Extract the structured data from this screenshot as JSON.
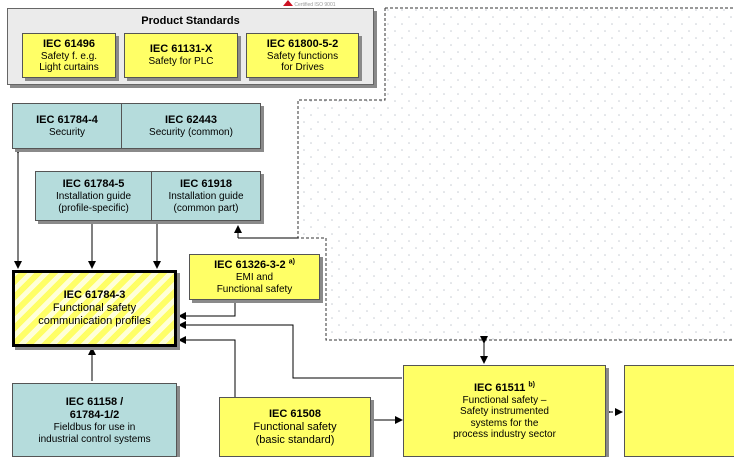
{
  "header_logo": {
    "text": "Certified ISO 9001",
    "color": "#cc1122"
  },
  "product_standards": {
    "title": "Product Standards",
    "items": [
      {
        "title": "IEC 61496",
        "lines": [
          "Safety f. e.g.",
          "Light curtains"
        ]
      },
      {
        "title": "IEC 61131-X",
        "lines": [
          "Safety for PLC"
        ]
      },
      {
        "title": "IEC 61800-5-2",
        "lines": [
          "Safety functions",
          "for Drives"
        ]
      }
    ]
  },
  "security": [
    {
      "title": "IEC 61784-4",
      "lines": [
        "Security"
      ]
    },
    {
      "title": "IEC 62443",
      "lines": [
        "Security (common)"
      ]
    }
  ],
  "installation": [
    {
      "title": "IEC 61784-5",
      "lines": [
        "Installation guide",
        "(profile-specific)"
      ]
    },
    {
      "title": "IEC 61918",
      "lines": [
        "Installation guide",
        "(common part)"
      ]
    }
  ],
  "emi": {
    "title": "IEC 61326-3-2",
    "sup": "a)",
    "lines": [
      "EMI and",
      "Functional safety"
    ]
  },
  "main_profile": {
    "title": "IEC 61784-3",
    "lines": [
      "Functional safety",
      "communication profiles"
    ]
  },
  "fieldbus": {
    "title": "IEC 61158 /",
    "title2": "61784-1/2",
    "lines": [
      "Fieldbus for use in",
      "industrial control systems"
    ]
  },
  "basic": {
    "title": "IEC 61508",
    "lines": [
      "Functional safety",
      "(basic standard)"
    ]
  },
  "process": {
    "title": "IEC 61511",
    "sup": "b)",
    "lines": [
      "Functional safety –",
      "Safety instrumented",
      "systems for the",
      "process industry sector"
    ]
  },
  "colors": {
    "yellow": "#ffff66",
    "teal": "#b5dcdc",
    "gray": "#ebebeb"
  }
}
